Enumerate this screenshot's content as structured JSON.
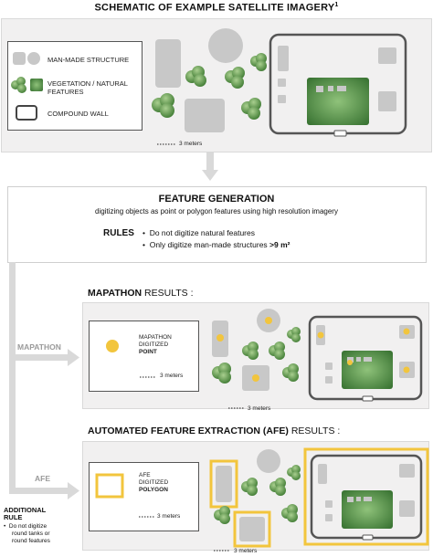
{
  "title": "SCHEMATIC OF EXAMPLE SATELLITE IMAGERY",
  "title_sup": "1",
  "legend": {
    "man_made": "MAN-MADE STRUCTURE",
    "vegetation_line1": "VEGETATION / NATURAL",
    "vegetation_line2": "FEATURES",
    "compound_wall": "COMPOUND WALL"
  },
  "scale": "3 meters",
  "feature_generation": {
    "title": "FEATURE GENERATION",
    "subtitle": "digitizing objects as point or polygon features using high resolution imagery",
    "rules_label": "RULES",
    "rule1": "Do not digitize natural features",
    "rule2_prefix": "Only digitize man-made structures ",
    "rule2_bold": ">9 m²"
  },
  "mapathon": {
    "side_label": "MAPATHON",
    "title_bold": "MAPATHON",
    "title_rest": " RESULTS :",
    "box_line1": "MAPATHON",
    "box_line2": "DIGITIZED",
    "box_line3": "POINT"
  },
  "afe": {
    "side_label": "AFE",
    "title_bold": "AUTOMATED FEATURE EXTRACTION (AFE)",
    "title_rest": " RESULTS :",
    "box_line1": "AFE",
    "box_line2": "DIGITIZED",
    "box_line3": "POLYGON",
    "additional_rule_line1": "ADDITIONAL",
    "additional_rule_line2": "RULE",
    "additional_rule_item_line1": "Do not digitize",
    "additional_rule_item_line2": "round tanks or",
    "additional_rule_item_line3": "round features"
  },
  "colors": {
    "panel": "#f1f0f0",
    "structure": "#c8c8c8",
    "vegetation": "#4d8a3c",
    "vegetation_light": "#a9cf8f",
    "wall": "#555555",
    "point": "#f2c53d",
    "polygon": "#f2c53d",
    "arrow": "#d9d9d9"
  }
}
